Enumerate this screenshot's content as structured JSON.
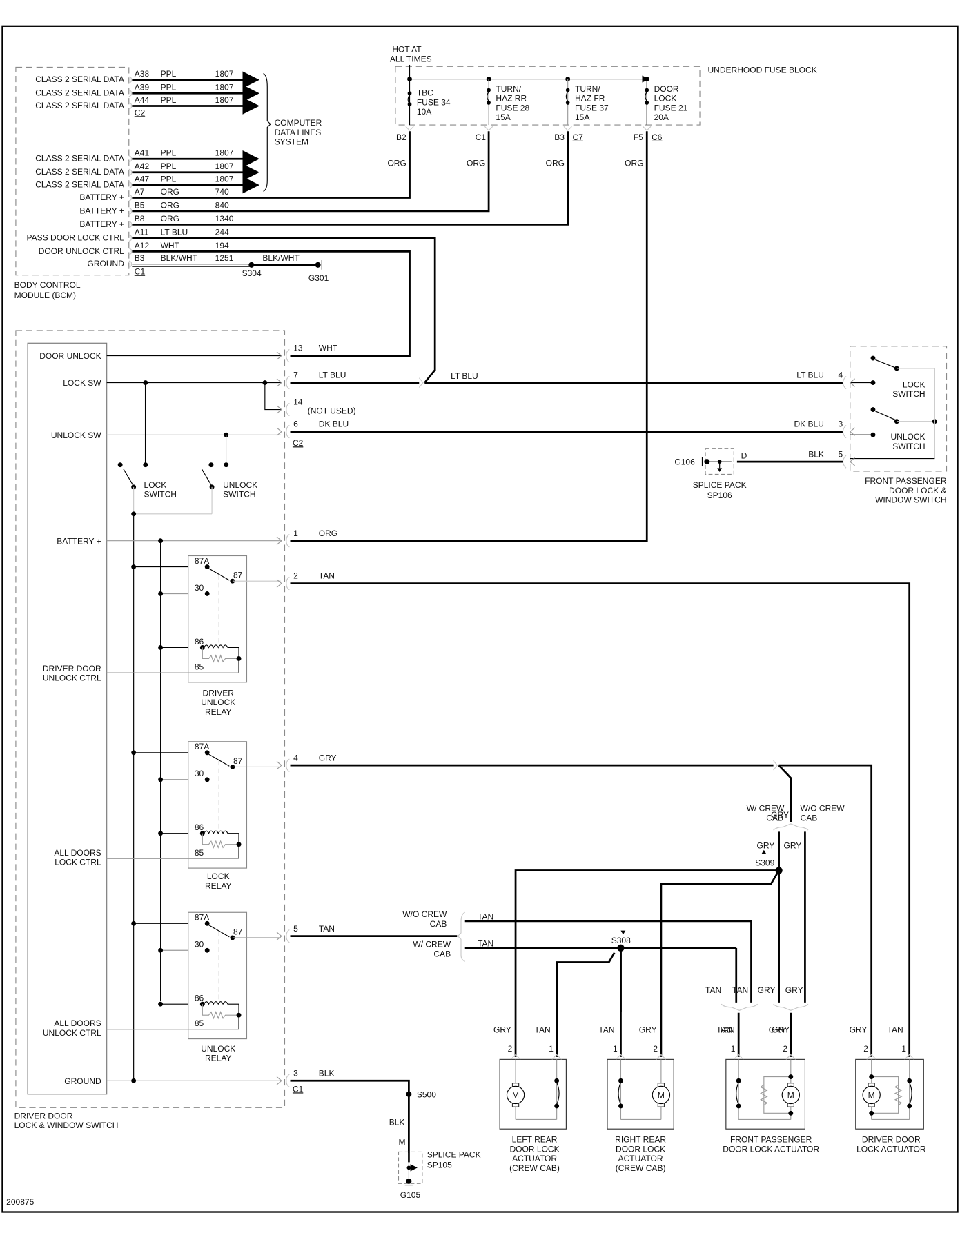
{
  "figure_id": "200875",
  "bcm": {
    "title": [
      "BODY CONTROL",
      "MODULE (BCM)"
    ],
    "pins": [
      {
        "label": "CLASS 2 SERIAL DATA",
        "pin": "A38",
        "color": "PPL",
        "circuit": "1807"
      },
      {
        "label": "CLASS 2 SERIAL DATA",
        "pin": "A39",
        "color": "PPL",
        "circuit": "1807"
      },
      {
        "label": "CLASS 2 SERIAL DATA",
        "pin": "A44",
        "color": "PPL",
        "circuit": "1807"
      },
      {
        "label": "CLASS 2 SERIAL DATA",
        "pin": "A41",
        "color": "PPL",
        "circuit": "1807"
      },
      {
        "label": "CLASS 2 SERIAL DATA",
        "pin": "A42",
        "color": "PPL",
        "circuit": "1807"
      },
      {
        "label": "CLASS 2 SERIAL DATA",
        "pin": "A47",
        "color": "PPL",
        "circuit": "1807"
      },
      {
        "label": "BATTERY +",
        "pin": "A7",
        "color": "ORG",
        "circuit": "740"
      },
      {
        "label": "BATTERY +",
        "pin": "B5",
        "color": "ORG",
        "circuit": "840"
      },
      {
        "label": "BATTERY +",
        "pin": "B8",
        "color": "ORG",
        "circuit": "1340"
      },
      {
        "label": "PASS DOOR LOCK CTRL",
        "pin": "A11",
        "color": "LT BLU",
        "circuit": "244"
      },
      {
        "label": "DOOR UNLOCK CTRL",
        "pin": "A12",
        "color": "WHT",
        "circuit": "194"
      },
      {
        "label": "GROUND",
        "pin": "B3",
        "color": "BLK/WHT",
        "circuit": "1251"
      }
    ],
    "connector_c2": "C2",
    "connector_c1": "C1",
    "ground_wire_color": "BLK/WHT",
    "splice": "S304",
    "ground": "G301",
    "data_lines_label": [
      "COMPUTER",
      "DATA LINES",
      "SYSTEM"
    ]
  },
  "fuse_block": {
    "title": "UNDERHOOD FUSE BLOCK",
    "hot_label": [
      "HOT AT",
      "ALL TIMES"
    ],
    "fuses": [
      {
        "name": [
          "TBC",
          "FUSE 34",
          "10A"
        ],
        "pin": "B2",
        "connector": "",
        "wire": "ORG"
      },
      {
        "name": [
          "TURN/",
          "HAZ RR",
          "FUSE 28",
          "15A"
        ],
        "pin": "C1",
        "connector": "",
        "wire": "ORG"
      },
      {
        "name": [
          "TURN/",
          "HAZ FR",
          "FUSE 37",
          "15A"
        ],
        "pin": "B3",
        "connector": "C7",
        "wire": "ORG"
      },
      {
        "name": [
          "DOOR",
          "LOCK",
          "FUSE 21",
          "20A"
        ],
        "pin": "F5",
        "connector": "C6",
        "wire": "ORG"
      }
    ]
  },
  "driver_switch": {
    "title": [
      "DRIVER DOOR",
      "LOCK & WINDOW SWITCH"
    ],
    "labels": {
      "door_unlock": "DOOR UNLOCK",
      "lock_sw": "LOCK SW",
      "unlock_sw": "UNLOCK SW",
      "battery": "BATTERY +",
      "driver_unlock_ctrl": [
        "DRIVER DOOR",
        "UNLOCK CTRL"
      ],
      "all_lock_ctrl": [
        "ALL DOORS",
        "LOCK CTRL"
      ],
      "all_unlock_ctrl": [
        "ALL DOORS",
        "UNLOCK CTRL"
      ],
      "ground": "GROUND",
      "lock_switch": [
        "LOCK",
        "SWITCH"
      ],
      "unlock_switch": [
        "UNLOCK",
        "SWITCH"
      ]
    },
    "pins": [
      {
        "pin": "13",
        "color": "WHT"
      },
      {
        "pin": "7",
        "color": "LT BLU"
      },
      {
        "pin": "14",
        "color": "(NOT USED)"
      },
      {
        "pin": "6",
        "color": "DK BLU"
      },
      {
        "pin": "1",
        "color": "ORG"
      },
      {
        "pin": "2",
        "color": "TAN"
      },
      {
        "pin": "4",
        "color": "GRY"
      },
      {
        "pin": "5",
        "color": "TAN"
      },
      {
        "pin": "3",
        "color": "BLK"
      }
    ],
    "connector_c2": "C2",
    "connector_c1": "C1",
    "relays": [
      {
        "name": [
          "DRIVER",
          "UNLOCK",
          "RELAY"
        ]
      },
      {
        "name": [
          "LOCK",
          "RELAY"
        ]
      },
      {
        "name": [
          "UNLOCK",
          "RELAY"
        ]
      }
    ],
    "relay_terminals": {
      "t87a": "87A",
      "t87": "87",
      "t30": "30",
      "t86": "86",
      "t85": "85"
    }
  },
  "passenger_switch": {
    "title": [
      "FRONT PASSENGER",
      "DOOR LOCK &",
      "WINDOW SWITCH"
    ],
    "lock_switch": [
      "LOCK",
      "SWITCH"
    ],
    "unlock_switch": [
      "UNLOCK",
      "SWITCH"
    ],
    "pins": [
      {
        "pin": "4",
        "color": "LT BLU"
      },
      {
        "pin": "3",
        "color": "DK BLU"
      },
      {
        "pin": "5",
        "color": "BLK"
      }
    ],
    "mid_color": "LT BLU",
    "splice_pack": [
      "SPLICE PACK",
      "SP106"
    ],
    "splice_pin": "D",
    "ground": "G106"
  },
  "ground_circuit": {
    "wire": "BLK",
    "splice": "S500",
    "pin": "M",
    "splice_pack": [
      "SPLICE PACK",
      "SP105"
    ],
    "ground": "G105"
  },
  "harness": {
    "gry": "GRY",
    "tan": "TAN",
    "w_crew": [
      "W/ CREW",
      "CAB"
    ],
    "wo_crew": [
      "W/O CREW",
      "CAB"
    ],
    "s309": "S309",
    "s308": "S308"
  },
  "actuators": [
    {
      "name": [
        "LEFT REAR",
        "DOOR LOCK",
        "ACTUATOR",
        "(CREW CAB)"
      ],
      "pins": [
        {
          "pin": "2",
          "color": "GRY"
        },
        {
          "pin": "1",
          "color": "TAN"
        }
      ]
    },
    {
      "name": [
        "RIGHT REAR",
        "DOOR LOCK",
        "ACTUATOR",
        "(CREW CAB)"
      ],
      "pins": [
        {
          "pin": "1",
          "color": "TAN"
        },
        {
          "pin": "2",
          "color": "GRY"
        }
      ]
    },
    {
      "name": [
        "FRONT PASSENGER",
        "DOOR LOCK ACTUATOR"
      ],
      "pins": [
        {
          "pin": "1",
          "color": "TAN"
        },
        {
          "pin": "2",
          "color": "GRY"
        }
      ]
    },
    {
      "name": [
        "DRIVER DOOR",
        "LOCK ACTUATOR"
      ],
      "pins": [
        {
          "pin": "2",
          "color": "GRY"
        },
        {
          "pin": "1",
          "color": "TAN"
        }
      ]
    }
  ],
  "motor_symbol": "M"
}
